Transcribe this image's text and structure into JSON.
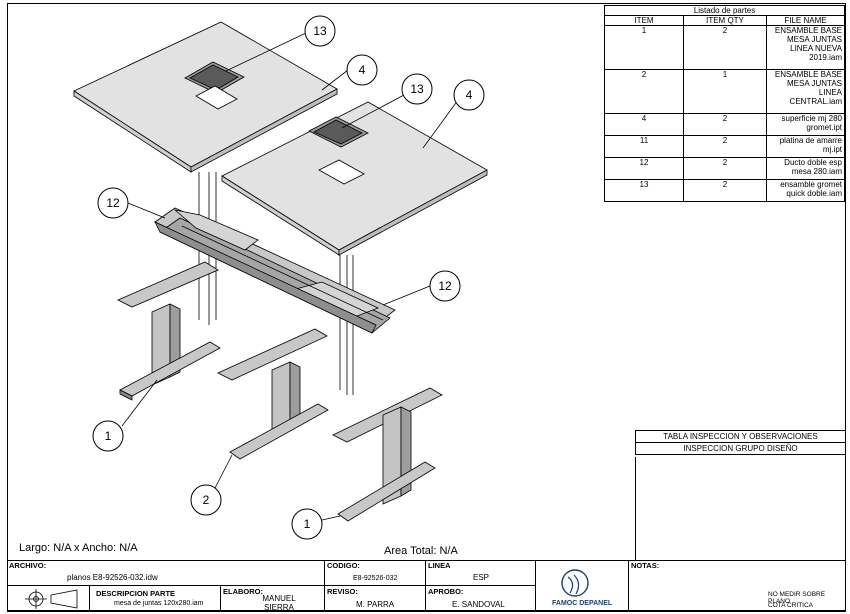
{
  "parts_list": {
    "caption": "Listado de partes",
    "headers": [
      "ITEM",
      "ITEM QTY",
      "FILE NAME"
    ],
    "rows": [
      [
        "1",
        "2",
        "ENSAMBLE BASE MESA JUNTAS LINEA NUEVA 2019.iam"
      ],
      [
        "2",
        "1",
        "ENSAMBLE BASE MESA JUNTAS LINEA CENTRAL.iam"
      ],
      [
        "4",
        "2",
        "superficie mj 280 gromet.ipt"
      ],
      [
        "11",
        "2",
        "platina de amarre mj.ipt"
      ],
      [
        "12",
        "2",
        "Ducto doble esp mesa 280.iam"
      ],
      [
        "13",
        "2",
        "ensamble gromet quick doble.iam"
      ]
    ]
  },
  "balloons": [
    "13",
    "4",
    "13",
    "4",
    "12",
    "12",
    "1",
    "2",
    "1"
  ],
  "inspection": {
    "title": "TABLA INSPECCION Y OBSERVACIONES",
    "subtitle": "INSPECCION GRUPO DISEÑO"
  },
  "dims_text": "Largo: N/A x Ancho: N/A",
  "area_text": "Area Total: N/A",
  "title_block": {
    "archivo_label": "ARCHIVO:",
    "archivo": "planos E8-92526-032.idw",
    "codigo_label": "CODIGO:",
    "codigo": "E8-92526-032",
    "linea_label": "LINEA",
    "linea": "ESP",
    "desc_label": "DESCRIPCION PARTE",
    "desc": "mesa de juntas 120x280.iam",
    "elaboro_label": "ELABORO:",
    "elaboro": "MANUEL SIERRA",
    "reviso_label": "REVISO:",
    "reviso": "M. PARRA",
    "aprobo_label": "APROBO:",
    "aprobo": "E. SANDOVAL",
    "notas_label": "NOTAS:",
    "logo_text": "FAMOC DEPANEL",
    "note1": "NO MEDIR SOBRE PLANO",
    "note2": "COTA CRITICA"
  },
  "colors": {
    "line": "#000000",
    "panel": "#e2e2e2",
    "steel": "#c4c4c4",
    "dark": "#555555",
    "logo": "#1c3f73"
  }
}
